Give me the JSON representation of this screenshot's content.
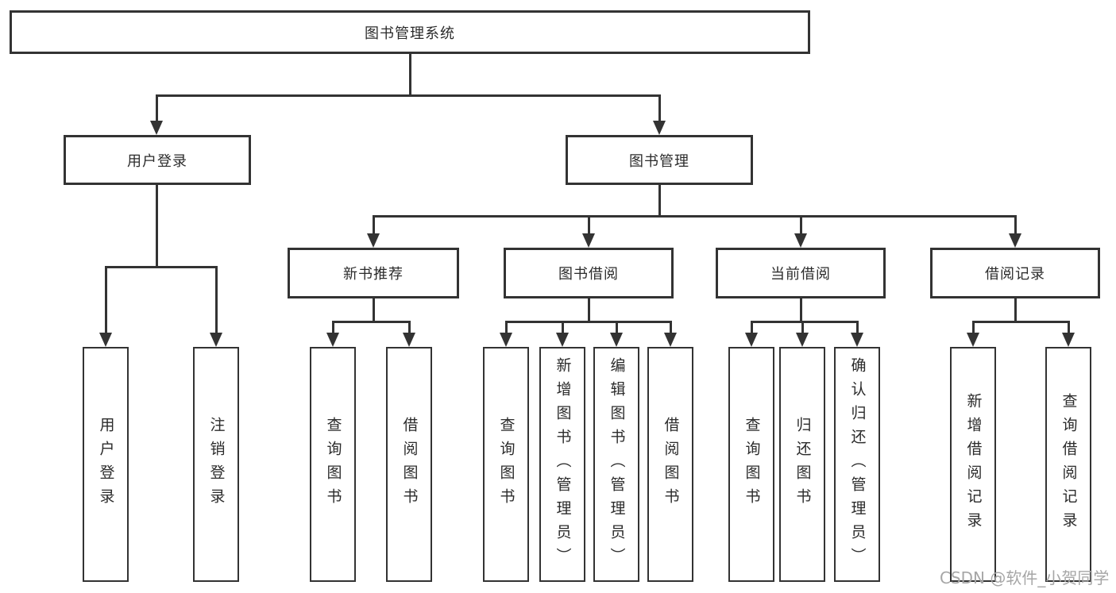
{
  "diagram": {
    "root": "图书管理系统",
    "branches": {
      "user_login": {
        "label": "用户登录",
        "children": {
          "login": "用户登录",
          "logout": "注销登录"
        }
      },
      "book_mgmt": {
        "label": "图书管理",
        "children": {
          "new_book_rec": {
            "label": "新书推荐",
            "children": {
              "query_books": "查询图书",
              "borrow_books": "借阅图书"
            }
          },
          "book_borrow": {
            "label": "图书借阅",
            "children": {
              "query_books": "查询图书",
              "add_books": "新增图书（管理员）",
              "edit_books": "编辑图书（管理员）",
              "borrow_books": "借阅图书"
            }
          },
          "current_borrow": {
            "label": "当前借阅",
            "children": {
              "query_books": "查询图书",
              "return_books": "归还图书",
              "confirm_return": "确认归还（管理员）"
            }
          },
          "borrow_records": {
            "label": "借阅记录",
            "children": {
              "add_record": "新增借阅记录",
              "query_record": "查询借阅记录"
            }
          }
        }
      }
    }
  },
  "watermark": "CSDN @软件_小贺同学",
  "colors": {
    "line": "#333333",
    "background": "#ffffff",
    "watermark": "#a6a6a6"
  }
}
